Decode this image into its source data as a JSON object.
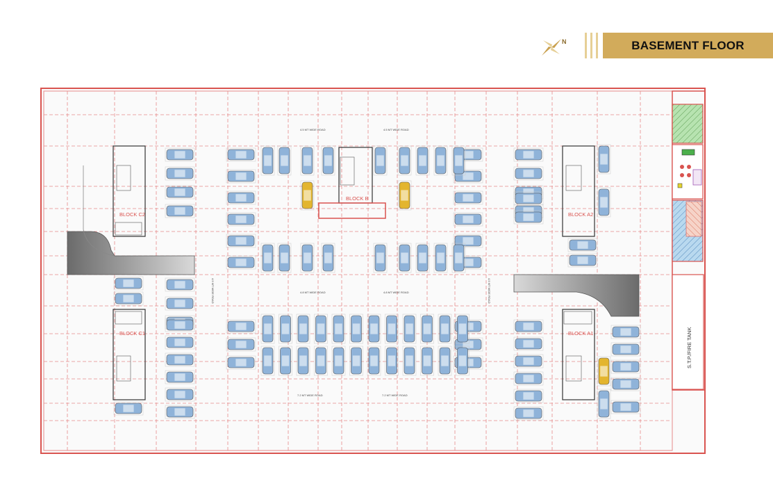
{
  "header": {
    "title": "BASEMENT FLOOR",
    "north_icon": "compass-north-icon",
    "north_letter": "N",
    "accent_color": "#d2ab5b"
  },
  "plan": {
    "roads": {
      "top_left": "4.5 MT WIDE ROAD",
      "top_right": "4.5 MT WIDE ROAD",
      "mid_left": "4.8 MT WIDE ROAD",
      "mid_right": "4.8 MT WIDE ROAD",
      "bottom_left": "7.2 MT WIDE ROAD",
      "bottom_right": "7.2 MT WIDE ROAD",
      "vertical_left": "4.5 MT WIDE ROAD",
      "vertical_right": "4.5 MT WIDE ROAD"
    },
    "blocks": {
      "c2": "BLOCK C2",
      "b": "BLOCK B",
      "a2": "BLOCK A2",
      "c1": "BLOCK C1",
      "a1": "BLOCK A1"
    },
    "tank": "S.T.P./FIRE TANK",
    "colors": {
      "border": "#d9534f",
      "grid": "#e58a8a",
      "car": "#8fb3d9",
      "car_yellow": "#e3b52f",
      "ramp": "#7d7d7d",
      "wall": "#333333"
    }
  }
}
